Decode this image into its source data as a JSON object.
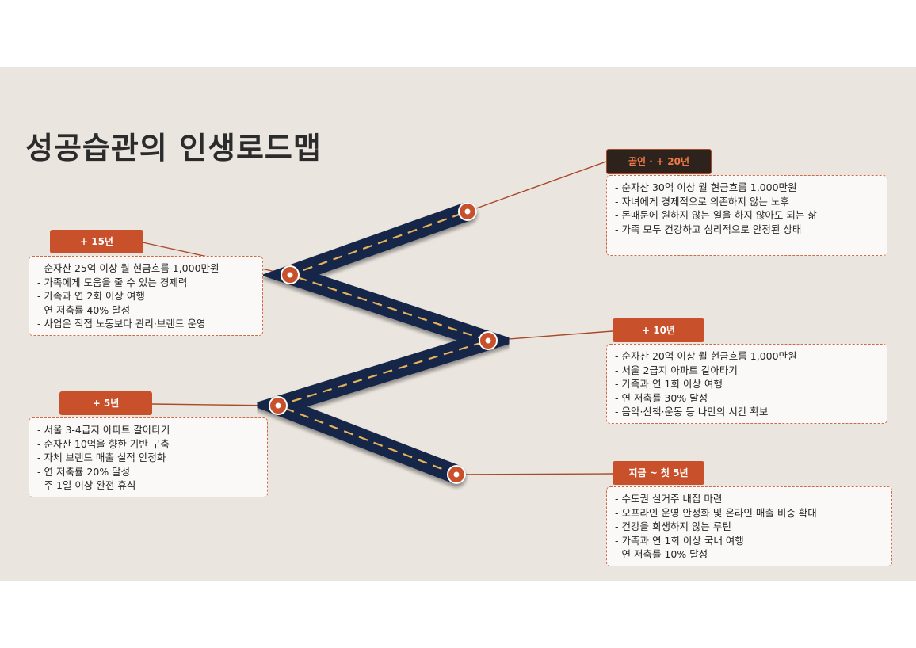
{
  "title": "성공습관의 인생로드맵",
  "milestones": [
    {
      "label": "골인 · + 20년",
      "items": [
        "- 순자산 30억 이상 월 현금흐름 1,000만원",
        "- 자녀에게 경제적으로 의존하지 않는 노후",
        "- 돈때문에 원하지 않는 일을 하지 않아도 되는 삶",
        "- 가족 모두 건강하고 심리적으로 안정된 상태"
      ]
    },
    {
      "label": "+ 15년",
      "items": [
        "- 순자산 25억 이상 월 현금흐름 1,000만원",
        "- 가족에게 도움을 줄 수 있는 경제력",
        "- 가족과 연 2회 이상 여행",
        "- 연 저축률 40% 달성",
        "- 사업은 직접 노동보다 관리·브랜드 운영"
      ]
    },
    {
      "label": "+ 10년",
      "items": [
        "- 순자산 20억 이상 월 현금흐름 1,000만원",
        "- 서울 2급지 아파트 갈아타기",
        "- 가족과 연 1회 이상 여행",
        "- 연 저축률 30% 달성",
        "- 음악·산책·운동 등 나만의 시간 확보"
      ]
    },
    {
      "label": "+ 5년",
      "items": [
        "- 서울 3-4급지 아파트 갈아타기",
        "- 순자산 10억을 향한 기반 구축",
        "- 자체 브랜드 매출 실적 안정화",
        "- 연 저축률 20% 달성",
        "- 주 1일 이상 완전 휴식"
      ]
    },
    {
      "label": "지금 ~ 첫 5년",
      "items": [
        "- 수도권 실거주 내집 마련",
        "- 오프라인 운영 안정화 및 온라인 매출 비중 확대",
        "- 건강을 희생하지 않는 루틴",
        "- 가족과 연 1회 이상 국내 여행",
        "- 연 저축률 10% 달성"
      ]
    }
  ],
  "colors": {
    "road": "#152849",
    "dash": "#e7b25a",
    "accent": "#c8512b",
    "connector": "#a8492a",
    "dark_tag": "#2d231c",
    "background": "#ebe5df"
  }
}
